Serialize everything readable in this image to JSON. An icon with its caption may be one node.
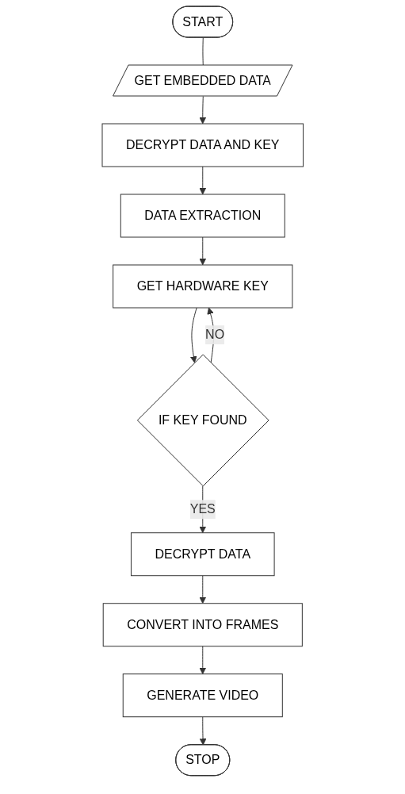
{
  "diagram": {
    "nodes": [
      {
        "text": [
          "START"
        ]
      },
      {
        "text": [
          "GET EMBEDDED DATA"
        ]
      },
      {
        "text": [
          "DECRYPT DATA AND KEY"
        ]
      },
      {
        "text": [
          "DATA EXTRACTION"
        ]
      },
      {
        "text": [
          "GET HARDWARE KEY"
        ]
      },
      {
        "text": [
          "IF KEY FOUND"
        ]
      },
      {
        "text": [
          "DECRYPT DATA"
        ]
      },
      {
        "text": [
          "CONVERT INTO FRAMES"
        ]
      },
      {
        "text": [
          "GENERATE VIDEO"
        ]
      },
      {
        "text": [
          "STOP"
        ]
      }
    ],
    "edges": [
      {
        "from": 0,
        "to": 1,
        "arrow": "none"
      },
      {
        "from": 1,
        "to": 2,
        "arrow": "to"
      },
      {
        "from": 2,
        "to": 3,
        "arrow": "to"
      },
      {
        "from": 3,
        "to": 4,
        "arrow": "to"
      },
      {
        "from": 4,
        "to": 5,
        "arrow": "to"
      },
      {
        "from": 5,
        "to": 4,
        "arrow": "to",
        "label": "NO"
      },
      {
        "from": 5,
        "to": 6,
        "arrow": "to",
        "label": "YES"
      },
      {
        "from": 6,
        "to": 7,
        "arrow": "to"
      },
      {
        "from": 7,
        "to": 8,
        "arrow": "to"
      },
      {
        "from": 8,
        "to": 9,
        "arrow": "to"
      }
    ]
  }
}
